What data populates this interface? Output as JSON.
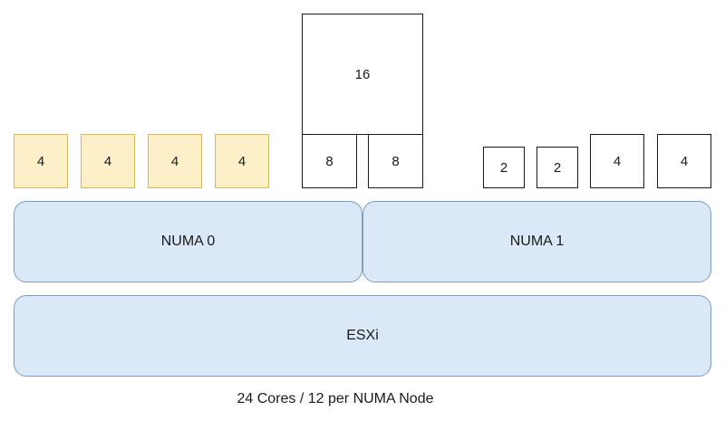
{
  "vms_numa0_yellow": [
    {
      "value": "4"
    },
    {
      "value": "4"
    },
    {
      "value": "4"
    },
    {
      "value": "4"
    }
  ],
  "wide_vm": {
    "total": "16",
    "parts": [
      "8",
      "8"
    ]
  },
  "vms_numa1": [
    "2",
    "2",
    "4",
    "4"
  ],
  "numa_nodes": [
    "NUMA 0",
    "NUMA 1"
  ],
  "host": "ESXi",
  "caption": "24 Cores / 12 per NUMA Node",
  "colors": {
    "vm_yellow_fill": "#fdf0c9",
    "vm_yellow_border": "#d8b65a",
    "numa_fill": "#dbe8f8",
    "numa_border": "#7e9bc4",
    "vm_white_border": "#1a1a1a"
  }
}
